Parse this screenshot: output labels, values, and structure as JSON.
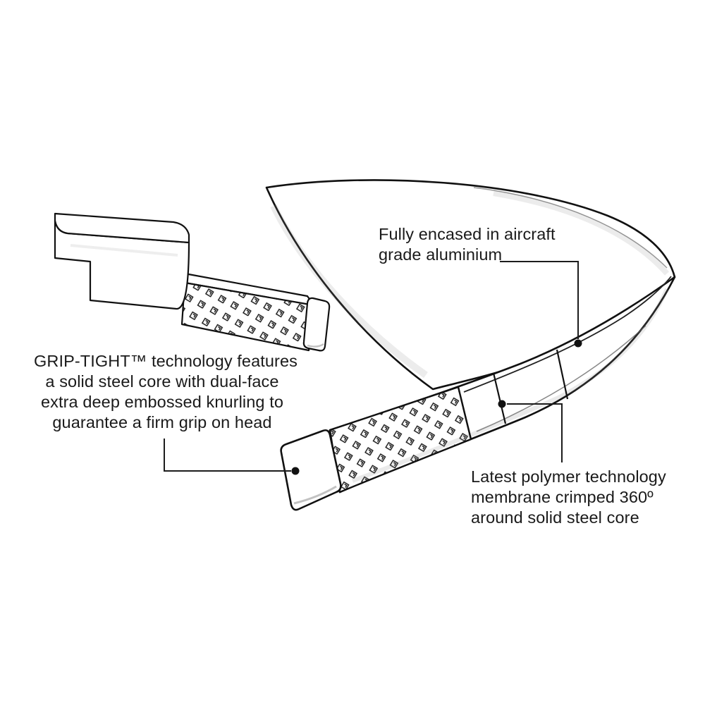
{
  "figure": {
    "subject": "drum-hoop-cross-section-diagram",
    "background_color": "#ffffff",
    "line_color": "#111111",
    "text_color": "#1a1a1a"
  },
  "callouts": {
    "encased": {
      "lines": [
        "Fully encased in aircraft",
        "grade aluminium"
      ]
    },
    "grip": {
      "lines": [
        "GRIP-TIGHT™ technology features",
        "a solid steel core with dual-face",
        "extra deep embossed knurling to",
        "guarantee a firm grip on head"
      ]
    },
    "polymer": {
      "lines": [
        "Latest polymer technology",
        "membrane crimped 360º",
        "around solid steel core"
      ]
    }
  }
}
